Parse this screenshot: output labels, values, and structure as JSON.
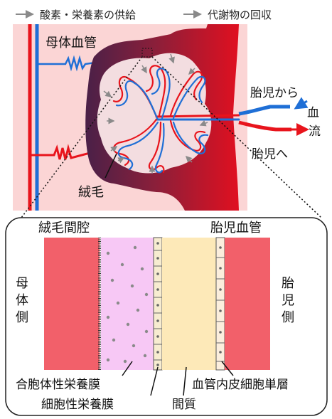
{
  "legend": {
    "supply_label": "酸素・栄養素の供給",
    "removal_label": "代謝物の回収",
    "arrow_color": "#8a8a8a"
  },
  "top": {
    "maternal_vessel": "母体血管",
    "from_fetus": "胎児から",
    "to_fetus": "胎児へ",
    "blood_flow_1": "血",
    "blood_flow_2": "流",
    "villus": "絨毛"
  },
  "bottom": {
    "intervillous_space": "絨毛間腔",
    "fetal_vessel": "胎児血管",
    "maternal_side": [
      "母",
      "体",
      "側"
    ],
    "fetal_side": [
      "胎",
      "児",
      "側"
    ],
    "syncytiotrophoblast": "合胞体性栄養膜",
    "cytotrophoblast": "細胞性栄養膜",
    "stroma": "間質",
    "endothelium": "血管内皮細胞単層"
  },
  "colors": {
    "artery_red": "#e8141c",
    "vein_blue": "#1f6fd6",
    "maternal_pink": "#fbd5d5",
    "placenta_dark": "#5a2350",
    "syncytio_pink": "#f7c8f5",
    "stroma_cream": "#fde9b8",
    "blood_red": "#f2606a"
  }
}
